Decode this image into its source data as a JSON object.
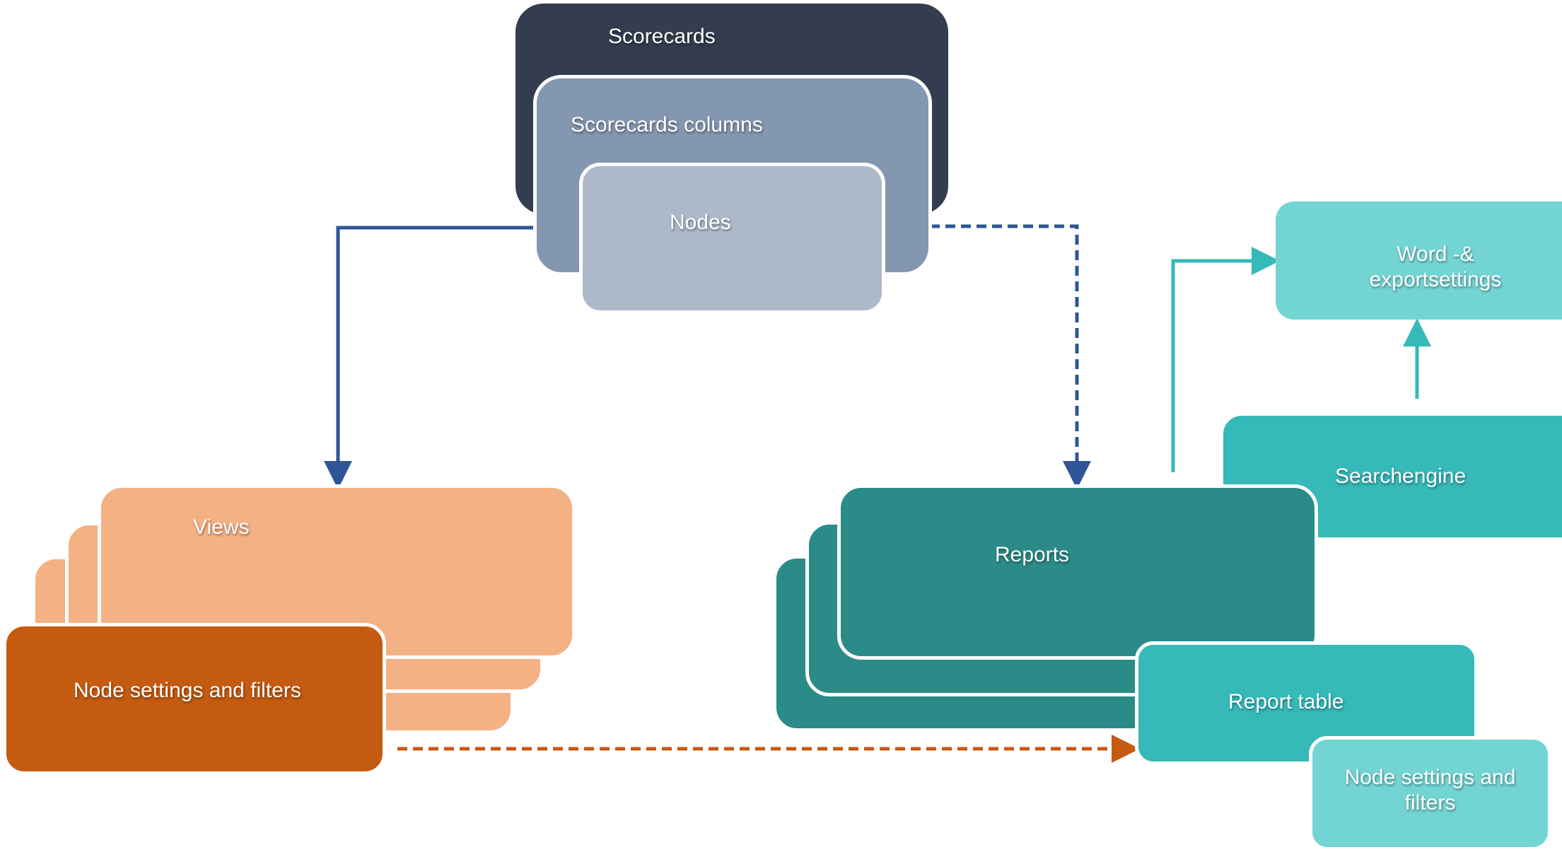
{
  "colors": {
    "scorecards": "#333d4f",
    "scorecards_columns": "#8497b0",
    "nodes": "#adb9ca",
    "views": "#f4b183",
    "views_settings": "#c55a11",
    "reports": "#2a8b88",
    "report_table": "#35b9b9",
    "searchengine": "#35b9b9",
    "light_teal": "#73d5d3",
    "arrow_blue": "#2f5597",
    "arrow_orange": "#c55a11",
    "arrow_teal": "#35b9b9"
  },
  "nodes": {
    "scorecards": "Scorecards",
    "scorecards_columns": "Scorecards columns",
    "nodes": "Nodes",
    "views": "Views",
    "views_node_settings": "Node settings and filters",
    "reports": "Reports",
    "report_table": "Report table",
    "reports_node_settings": "Node settings and filters",
    "searchengine": "Searchengine",
    "word_export": "Word -& exportsettings"
  }
}
